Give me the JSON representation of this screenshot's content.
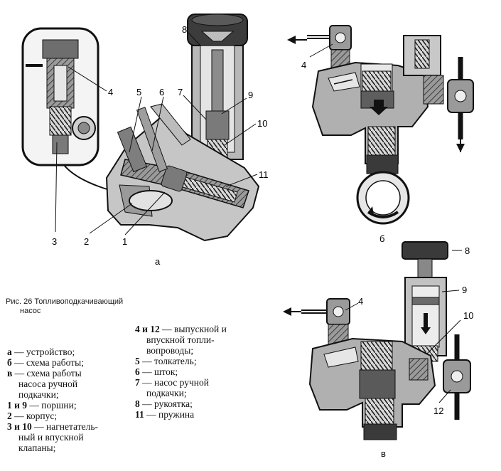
{
  "figure": {
    "caption_line1": "Рис. 26 Топливоподкачивающий",
    "caption_line2": "насос",
    "panel_a": "а",
    "panel_b": "б",
    "panel_v": "в",
    "callouts_a": [
      "8",
      "4",
      "5",
      "6",
      "7",
      "9",
      "10",
      "11",
      "3",
      "2",
      "1"
    ],
    "callouts_b": [
      "4"
    ],
    "callouts_v": [
      "8",
      "4",
      "9",
      "10",
      "12"
    ]
  },
  "legend_left": [
    {
      "key": "а",
      "text": " — устройство;"
    },
    {
      "key": "б",
      "text": " — схема работы;"
    },
    {
      "key": "в",
      "text": " — схема работы"
    },
    {
      "key": "",
      "text": "насоса ручной"
    },
    {
      "key": "",
      "text": "подкачки;"
    },
    {
      "key": "1 и 9",
      "text": " — поршни;"
    },
    {
      "key": "2",
      "text": " — корпус;"
    },
    {
      "key": "3 и 10",
      "text": " — нагнетатель-"
    },
    {
      "key": "",
      "text": "ный и впускной"
    },
    {
      "key": "",
      "text": "клапаны;"
    }
  ],
  "legend_right": [
    {
      "key": "4 и 12",
      "text": " — выпускной и"
    },
    {
      "key": "",
      "text": "впускной топли-"
    },
    {
      "key": "",
      "text": "вопроводы;"
    },
    {
      "key": "5",
      "text": " — толкатель;"
    },
    {
      "key": "6",
      "text": " — шток;"
    },
    {
      "key": "7",
      "text": " — насос ручной"
    },
    {
      "key": "",
      "text": "подкачки;"
    },
    {
      "key": "8",
      "text": " — рукоятка;"
    },
    {
      "key": "11",
      "text": " — пружина"
    }
  ]
}
